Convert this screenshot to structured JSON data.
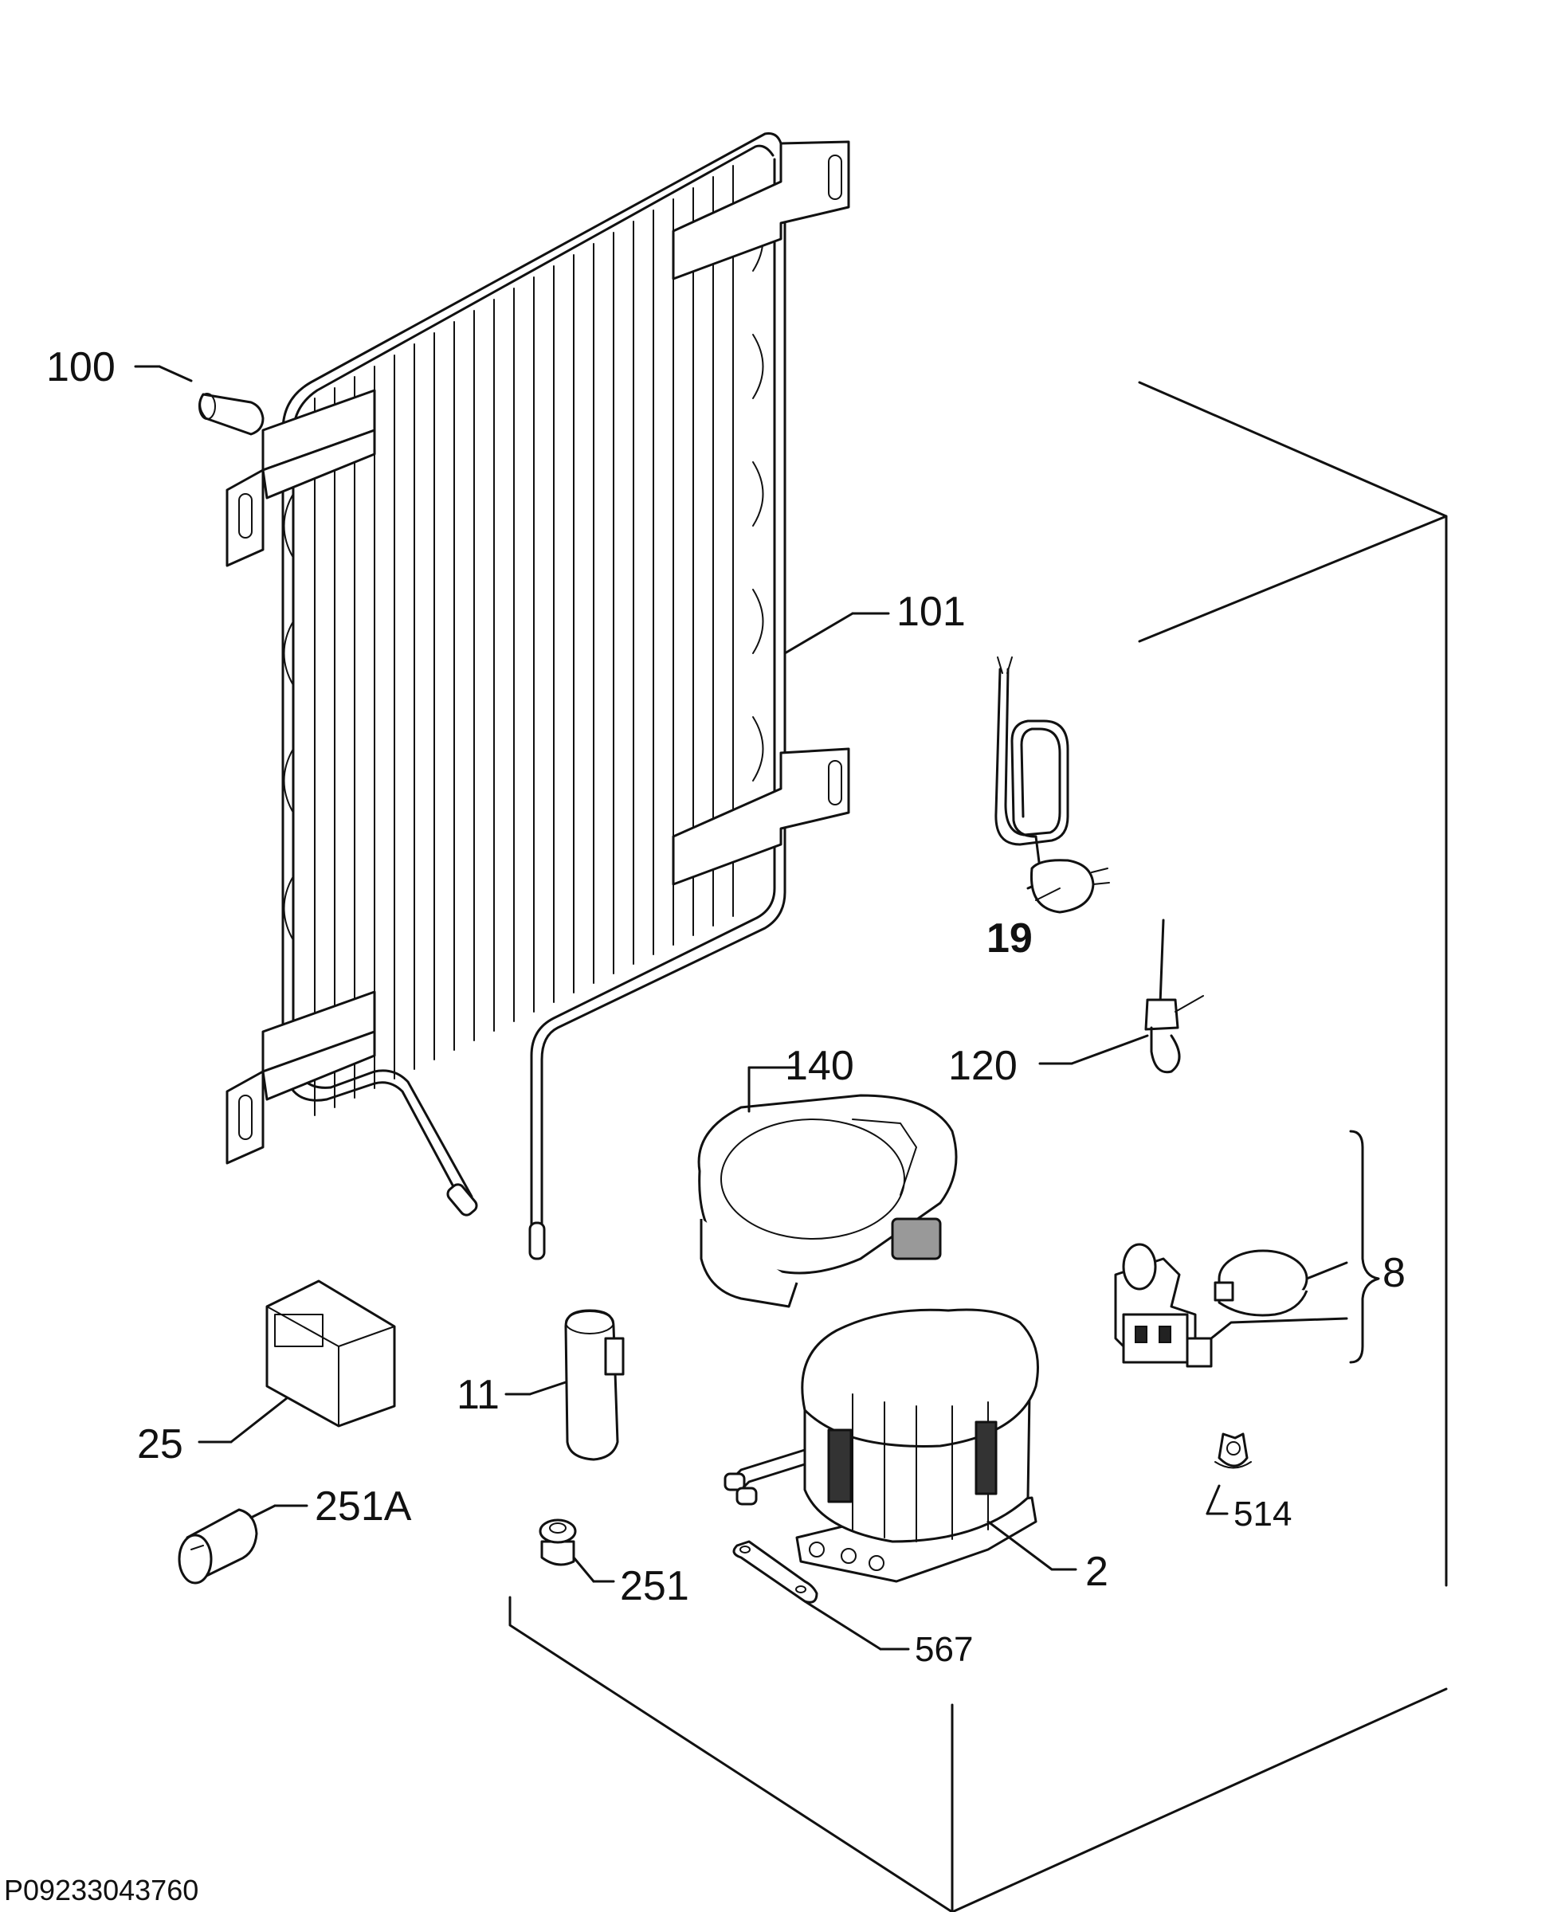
{
  "diagram": {
    "drawing_code": "P09233043760",
    "labels": {
      "p100": "100",
      "p101": "101",
      "p19": "19",
      "p120": "120",
      "p140": "140",
      "p8": "8",
      "p25": "25",
      "p11": "11",
      "p251A": "251A",
      "p251": "251",
      "p567": "567",
      "p2": "2",
      "p514": "514"
    }
  },
  "colors": {
    "line": "#111111",
    "background": "#ffffff"
  }
}
